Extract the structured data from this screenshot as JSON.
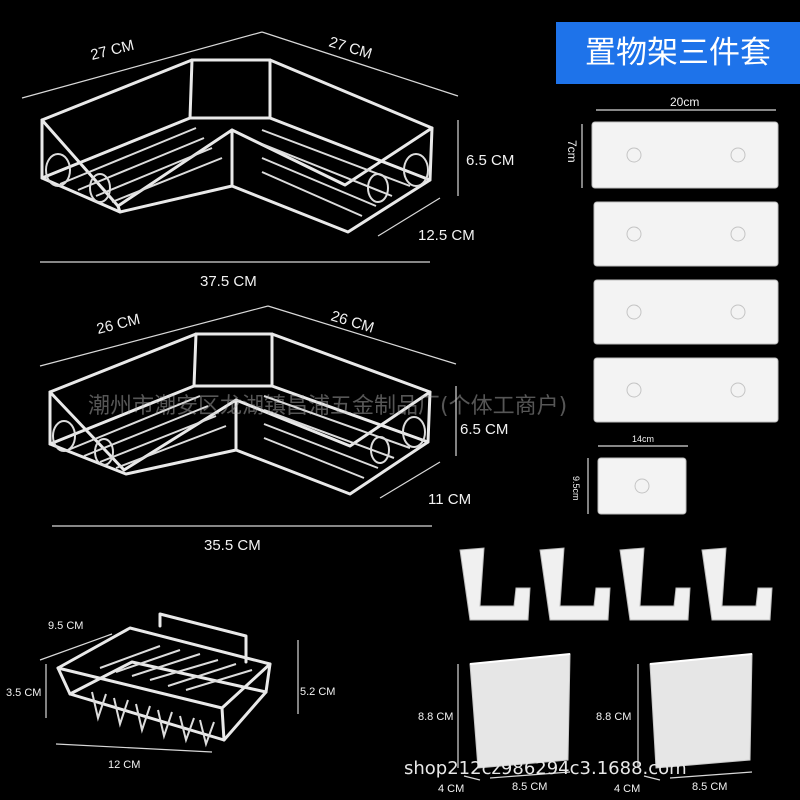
{
  "badge": {
    "text": "置物架三件套",
    "color": "#1e73ea"
  },
  "watermark": "潮州市潮安区龙湖镇昌浦五金制品厂(个体工商户)",
  "shop_id": "shop212cz986294c3.1688.com",
  "large_corner_shelf": {
    "side_a": "27 CM",
    "side_b": "27 CM",
    "height": "6.5 CM",
    "depth": "12.5 CM",
    "length": "37.5 CM"
  },
  "medium_corner_shelf": {
    "side_a": "26 CM",
    "side_b": "26 CM",
    "height": "6.5 CM",
    "depth": "11 CM",
    "length": "35.5 CM"
  },
  "soap_rack": {
    "depth": "9.5 CM",
    "height_left": "3.5 CM",
    "height_right": "5.2 CM",
    "length": "12 CM"
  },
  "adhesive_plates": {
    "width": "20cm",
    "height": "7cm",
    "small_width": "14cm",
    "small_height": "9.5cm"
  },
  "cups": [
    {
      "height": "8.8 CM",
      "depth": "4 CM",
      "width": "8.5 CM"
    },
    {
      "height": "8.8 CM",
      "depth": "4 CM",
      "width": "8.5 CM"
    }
  ]
}
